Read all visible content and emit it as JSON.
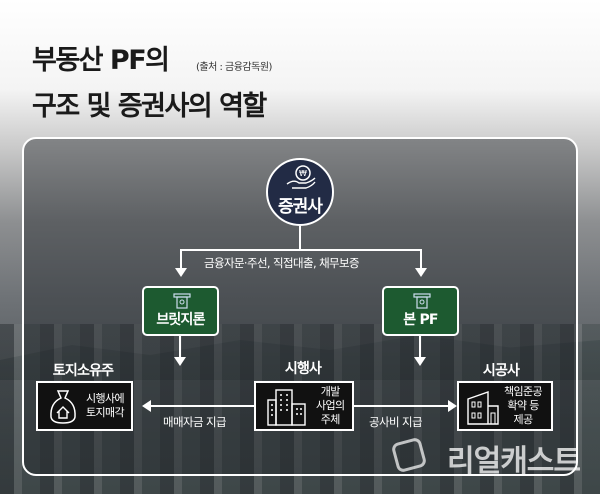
{
  "title": {
    "line1": "부동산 PF의",
    "line2": "구조 및 증권사의 역할",
    "source": "(출처 : 금융감독원)"
  },
  "center": {
    "label": "증권사",
    "roles": "금융자문·주선, 직접대출, 채무보증"
  },
  "products": [
    {
      "label": "브릿지론"
    },
    {
      "label": "본 PF"
    }
  ],
  "parties": [
    {
      "name": "토지소유주",
      "desc": [
        "시행사에",
        "토지매각"
      ]
    },
    {
      "name": "시행사",
      "desc": [
        "개발",
        "사업의",
        "주체"
      ]
    },
    {
      "name": "시공사",
      "desc": [
        "책임준공",
        "확약 등",
        "제공"
      ]
    }
  ],
  "flows": {
    "left": "매매자금 지급",
    "right": "공사비 지급"
  },
  "watermark": "리얼캐스트",
  "colors": {
    "navy": "#222b45",
    "green": "#1d5a30"
  }
}
